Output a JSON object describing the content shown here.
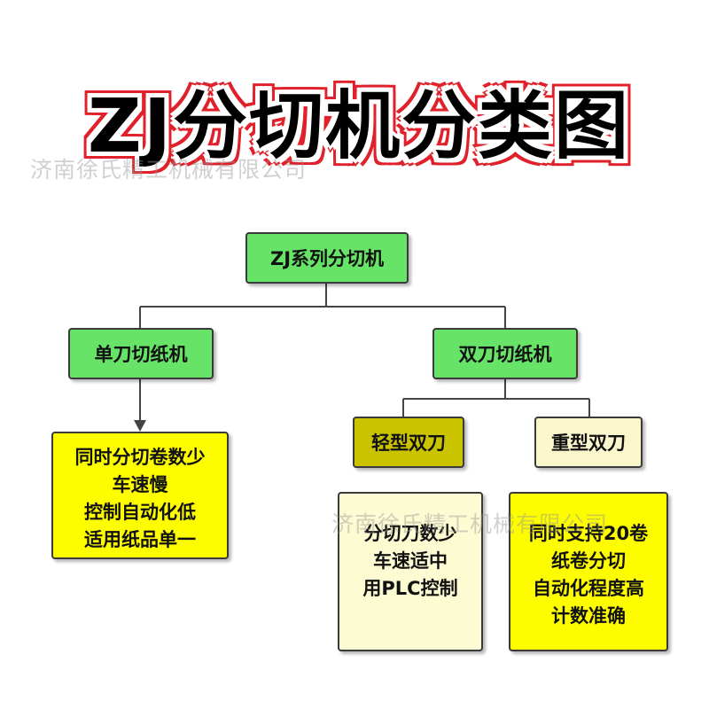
{
  "title": "ZJ分切机分类图",
  "watermark": "济南徐氏精工机械有限公司",
  "root": "ZJ系列分切机",
  "single_blade": {
    "label": "单刀切纸机",
    "details": [
      "同时分切卷数少",
      "车速慢",
      "控制自动化低",
      "适用纸品单一"
    ]
  },
  "double_blade": {
    "label": "双刀切纸机",
    "light": {
      "label": "轻型双刀",
      "details": [
        "分切刀数少",
        "车速适中",
        "用PLC控制"
      ]
    },
    "heavy": {
      "label": "重型双刀",
      "details": [
        "同时支持20卷",
        "纸卷分切",
        "自动化程度高",
        "计数准确"
      ]
    }
  },
  "colors": {
    "title_outline": "#e0202a",
    "green_node": "#67e467",
    "light_node": "#c9c300",
    "heavy_node": "#fbf7cc",
    "single_details": "#fdfd00",
    "light_details": "#fdfbd2",
    "heavy_details": "#fdfd00"
  }
}
